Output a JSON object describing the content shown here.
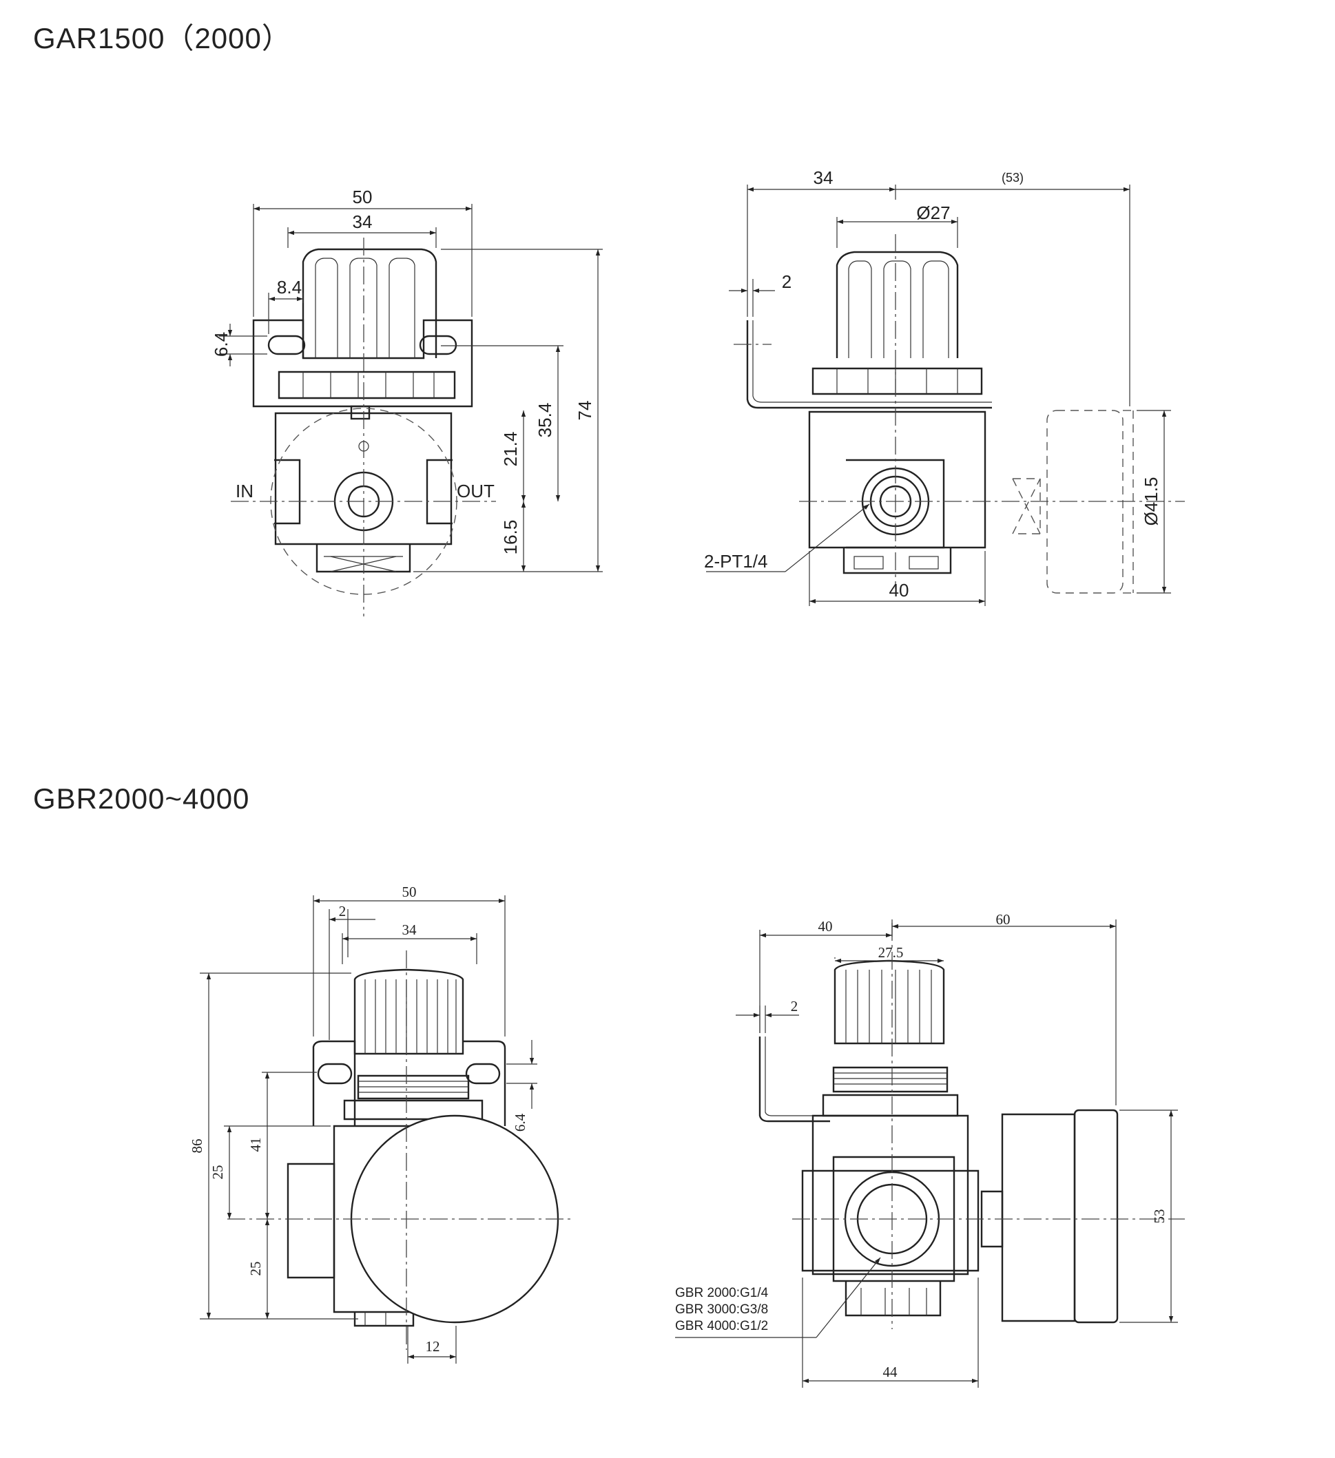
{
  "section1": {
    "title": "GAR1500（2000）",
    "front": {
      "d50": "50",
      "d34": "34",
      "d8_4": "8.4",
      "d6_4": "6.4",
      "d74": "74",
      "d35_4": "35.4",
      "d21_4": "21.4",
      "d16_5": "16.5",
      "in": "IN",
      "out": "OUT"
    },
    "side": {
      "d34": "34",
      "d53": "(53)",
      "d27": "Ø27",
      "d2": "2",
      "d41_5": "Ø41.5",
      "d40": "40",
      "port": "2-PT1/4"
    }
  },
  "section2": {
    "title": "GBR2000~4000",
    "front": {
      "d50": "50",
      "d2": "2",
      "d34": "34",
      "d86": "86",
      "d41": "41",
      "d25a": "25",
      "d25b": "25",
      "d6_4": "6.4",
      "d12": "12"
    },
    "side": {
      "d40": "40",
      "d60": "60",
      "d27_5": "27.5",
      "d2": "2",
      "d53": "53",
      "d44": "44",
      "port1": "GBR 2000:G1/4",
      "port2": "GBR 3000:G3/8",
      "port3": "GBR 4000:G1/2"
    }
  }
}
